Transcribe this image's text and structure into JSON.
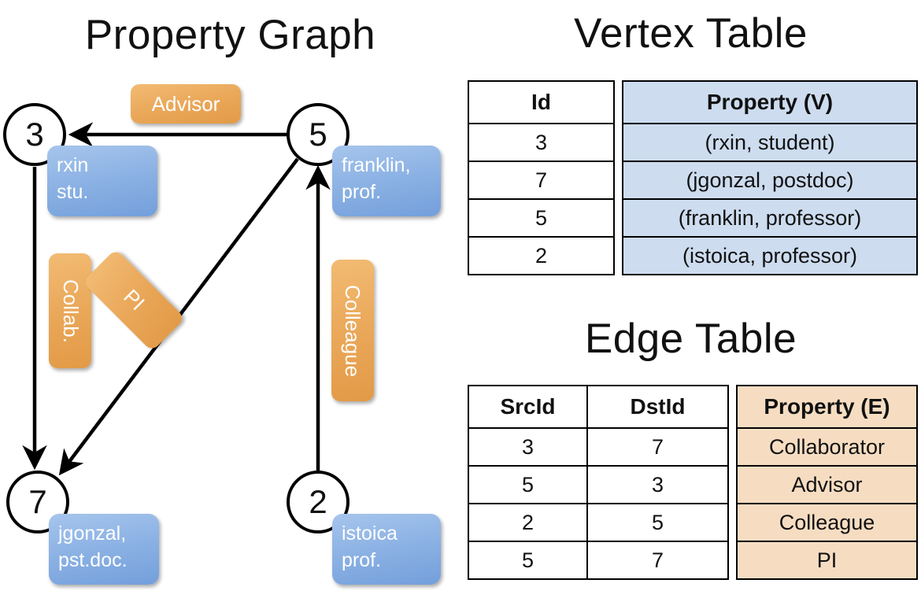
{
  "headings": {
    "graph": "Property Graph",
    "vertex_table": "Vertex Table",
    "edge_table": "Edge Table"
  },
  "graph": {
    "nodes": [
      {
        "id": "3",
        "label": "3",
        "property_line1": "rxin",
        "property_line2": "stu."
      },
      {
        "id": "5",
        "label": "5",
        "property_line1": "franklin,",
        "property_line2": "prof."
      },
      {
        "id": "7",
        "label": "7",
        "property_line1": "jgonzal,",
        "property_line2": "pst.doc."
      },
      {
        "id": "2",
        "label": "2",
        "property_line1": "istoica",
        "property_line2": "prof."
      }
    ],
    "edges": [
      {
        "src": "5",
        "dst": "3",
        "label": "Advisor"
      },
      {
        "src": "3",
        "dst": "7",
        "label": "Collab."
      },
      {
        "src": "5",
        "dst": "7",
        "label": "PI"
      },
      {
        "src": "2",
        "dst": "5",
        "label": "Colleague"
      }
    ]
  },
  "vertex_table": {
    "columns": [
      "Id",
      "Property (V)"
    ],
    "rows": [
      {
        "id": "3",
        "property": "(rxin, student)"
      },
      {
        "id": "7",
        "property": "(jgonzal, postdoc)"
      },
      {
        "id": "5",
        "property": "(franklin, professor)"
      },
      {
        "id": "2",
        "property": "(istoica, professor)"
      }
    ]
  },
  "edge_table": {
    "columns": [
      "SrcId",
      "DstId",
      "Property (E)"
    ],
    "rows": [
      {
        "src": "3",
        "dst": "7",
        "property": "Collaborator"
      },
      {
        "src": "5",
        "dst": "3",
        "property": "Advisor"
      },
      {
        "src": "2",
        "dst": "5",
        "property": "Colleague"
      },
      {
        "src": "5",
        "dst": "7",
        "property": "PI"
      }
    ]
  },
  "colors": {
    "vertex_box": "#8cb2e4",
    "edge_box": "#eaa85a",
    "vertex_table_property": "#cddcef",
    "edge_table_property": "#f6ddc2",
    "stroke": "#000000",
    "background": "#ffffff"
  }
}
